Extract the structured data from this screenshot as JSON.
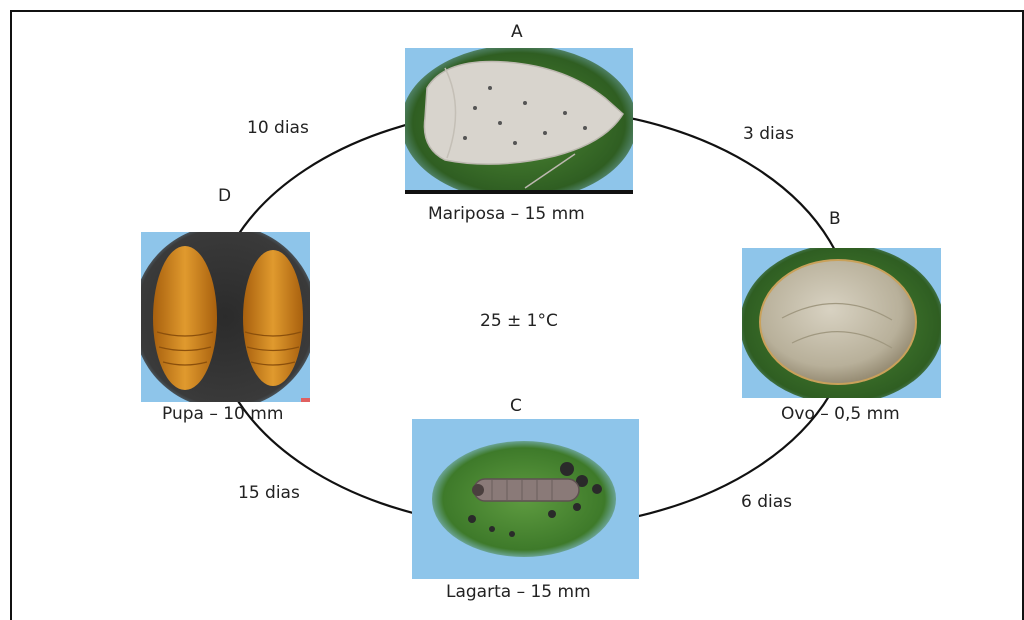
{
  "diagram": {
    "center_label": "25 ± 1°C",
    "stages": [
      {
        "letter": "A",
        "caption": "Mariposa – 15 mm"
      },
      {
        "letter": "B",
        "caption": "Ovo – 0,5 mm"
      },
      {
        "letter": "C",
        "caption": "Lagarta – 15 mm"
      },
      {
        "letter": "D",
        "caption": "Pupa – 10 mm"
      }
    ],
    "durations": [
      "3 dias",
      "6 dias",
      "15 dias",
      "10 dias"
    ],
    "colors": {
      "cycle_line": "#111111",
      "photo_background": "#8ec5ea",
      "leaf_green": "#3e7a2a",
      "moth_wing": "#d8d4cd",
      "egg": "#b8b09a",
      "larva": "#8a7a78",
      "pupa": "#d48a1e"
    }
  }
}
